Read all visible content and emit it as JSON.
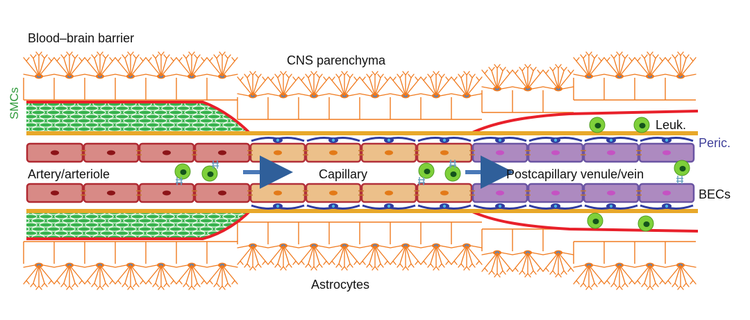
{
  "labels": {
    "title": "Blood–brain barrier",
    "parenchyma": "CNS parenchyma",
    "smcs": "SMCs",
    "leuk": "Leuk.",
    "peric": "Peric.",
    "artery": "Artery/arteriole",
    "capillary": "Capillary",
    "venule": "Postcapillary venule/vein",
    "becs": "BECs",
    "astrocytes": "Astrocytes"
  },
  "colors": {
    "astrocyte": "#f07a1e",
    "astro_nucleus": "#4e83c4",
    "basement": "#e8a82a",
    "red_line": "#e8202a",
    "artery_cell": "#d88a86",
    "artery_border": "#b02a32",
    "artery_nucleus": "#8c1418",
    "capillary_cell": "#ecc08a",
    "capillary_border": "#b2303a",
    "capillary_nucleus": "#e37a18",
    "vein_cell": "#ad8ac0",
    "vein_border": "#6b55a3",
    "vein_nucleus": "#c552c3",
    "pericyte": "#2f3ca0",
    "pericyte_nucleus": "#4ab6e6",
    "smc_fill": "#37b24d",
    "smc_line": "#e6f7e6",
    "leukocyte": "#7ed03a",
    "leuk_nucleus": "#14541c",
    "arrow": "#4a79b8",
    "receptor": "#6aa0c0"
  }
}
